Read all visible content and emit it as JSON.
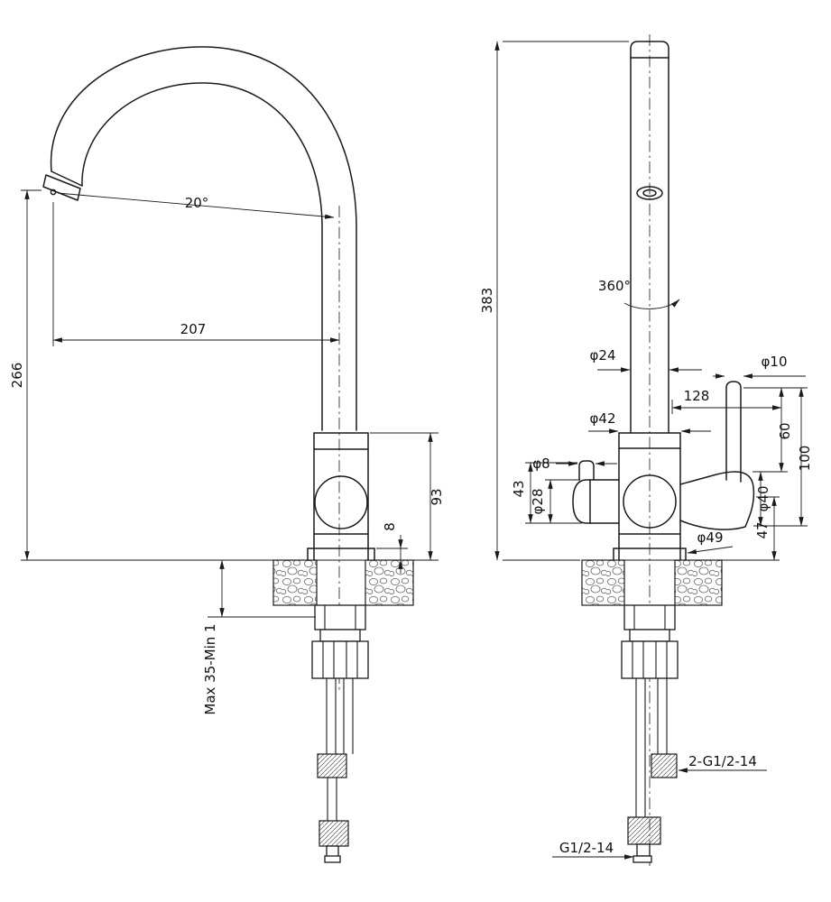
{
  "drawing": {
    "background": "#ffffff",
    "line_color": "#1a1a1a",
    "views": {
      "side": {
        "dims": {
          "spout_angle": "20°",
          "spout_reach": "207",
          "spout_height": "266",
          "body_height": "93",
          "base_step": "8",
          "mount_thickness": "Max 35-Min 1"
        }
      },
      "front": {
        "dims": {
          "total_height": "383",
          "swivel": "360°",
          "pipe_diameter": "φ24",
          "spread": "128",
          "rod_diameter": "φ10",
          "body_diameter": "φ42",
          "knob_diameter": "φ8",
          "valve_diameter": "φ28",
          "valve_height": "43",
          "rod_height": "60",
          "handle_height": "100",
          "handle_diameter": "φ40",
          "joint_height": "47",
          "base_diameter": "φ49",
          "hose_thread": "2-G1/2-14",
          "shank_thread": "G1/2-14"
        }
      }
    }
  }
}
